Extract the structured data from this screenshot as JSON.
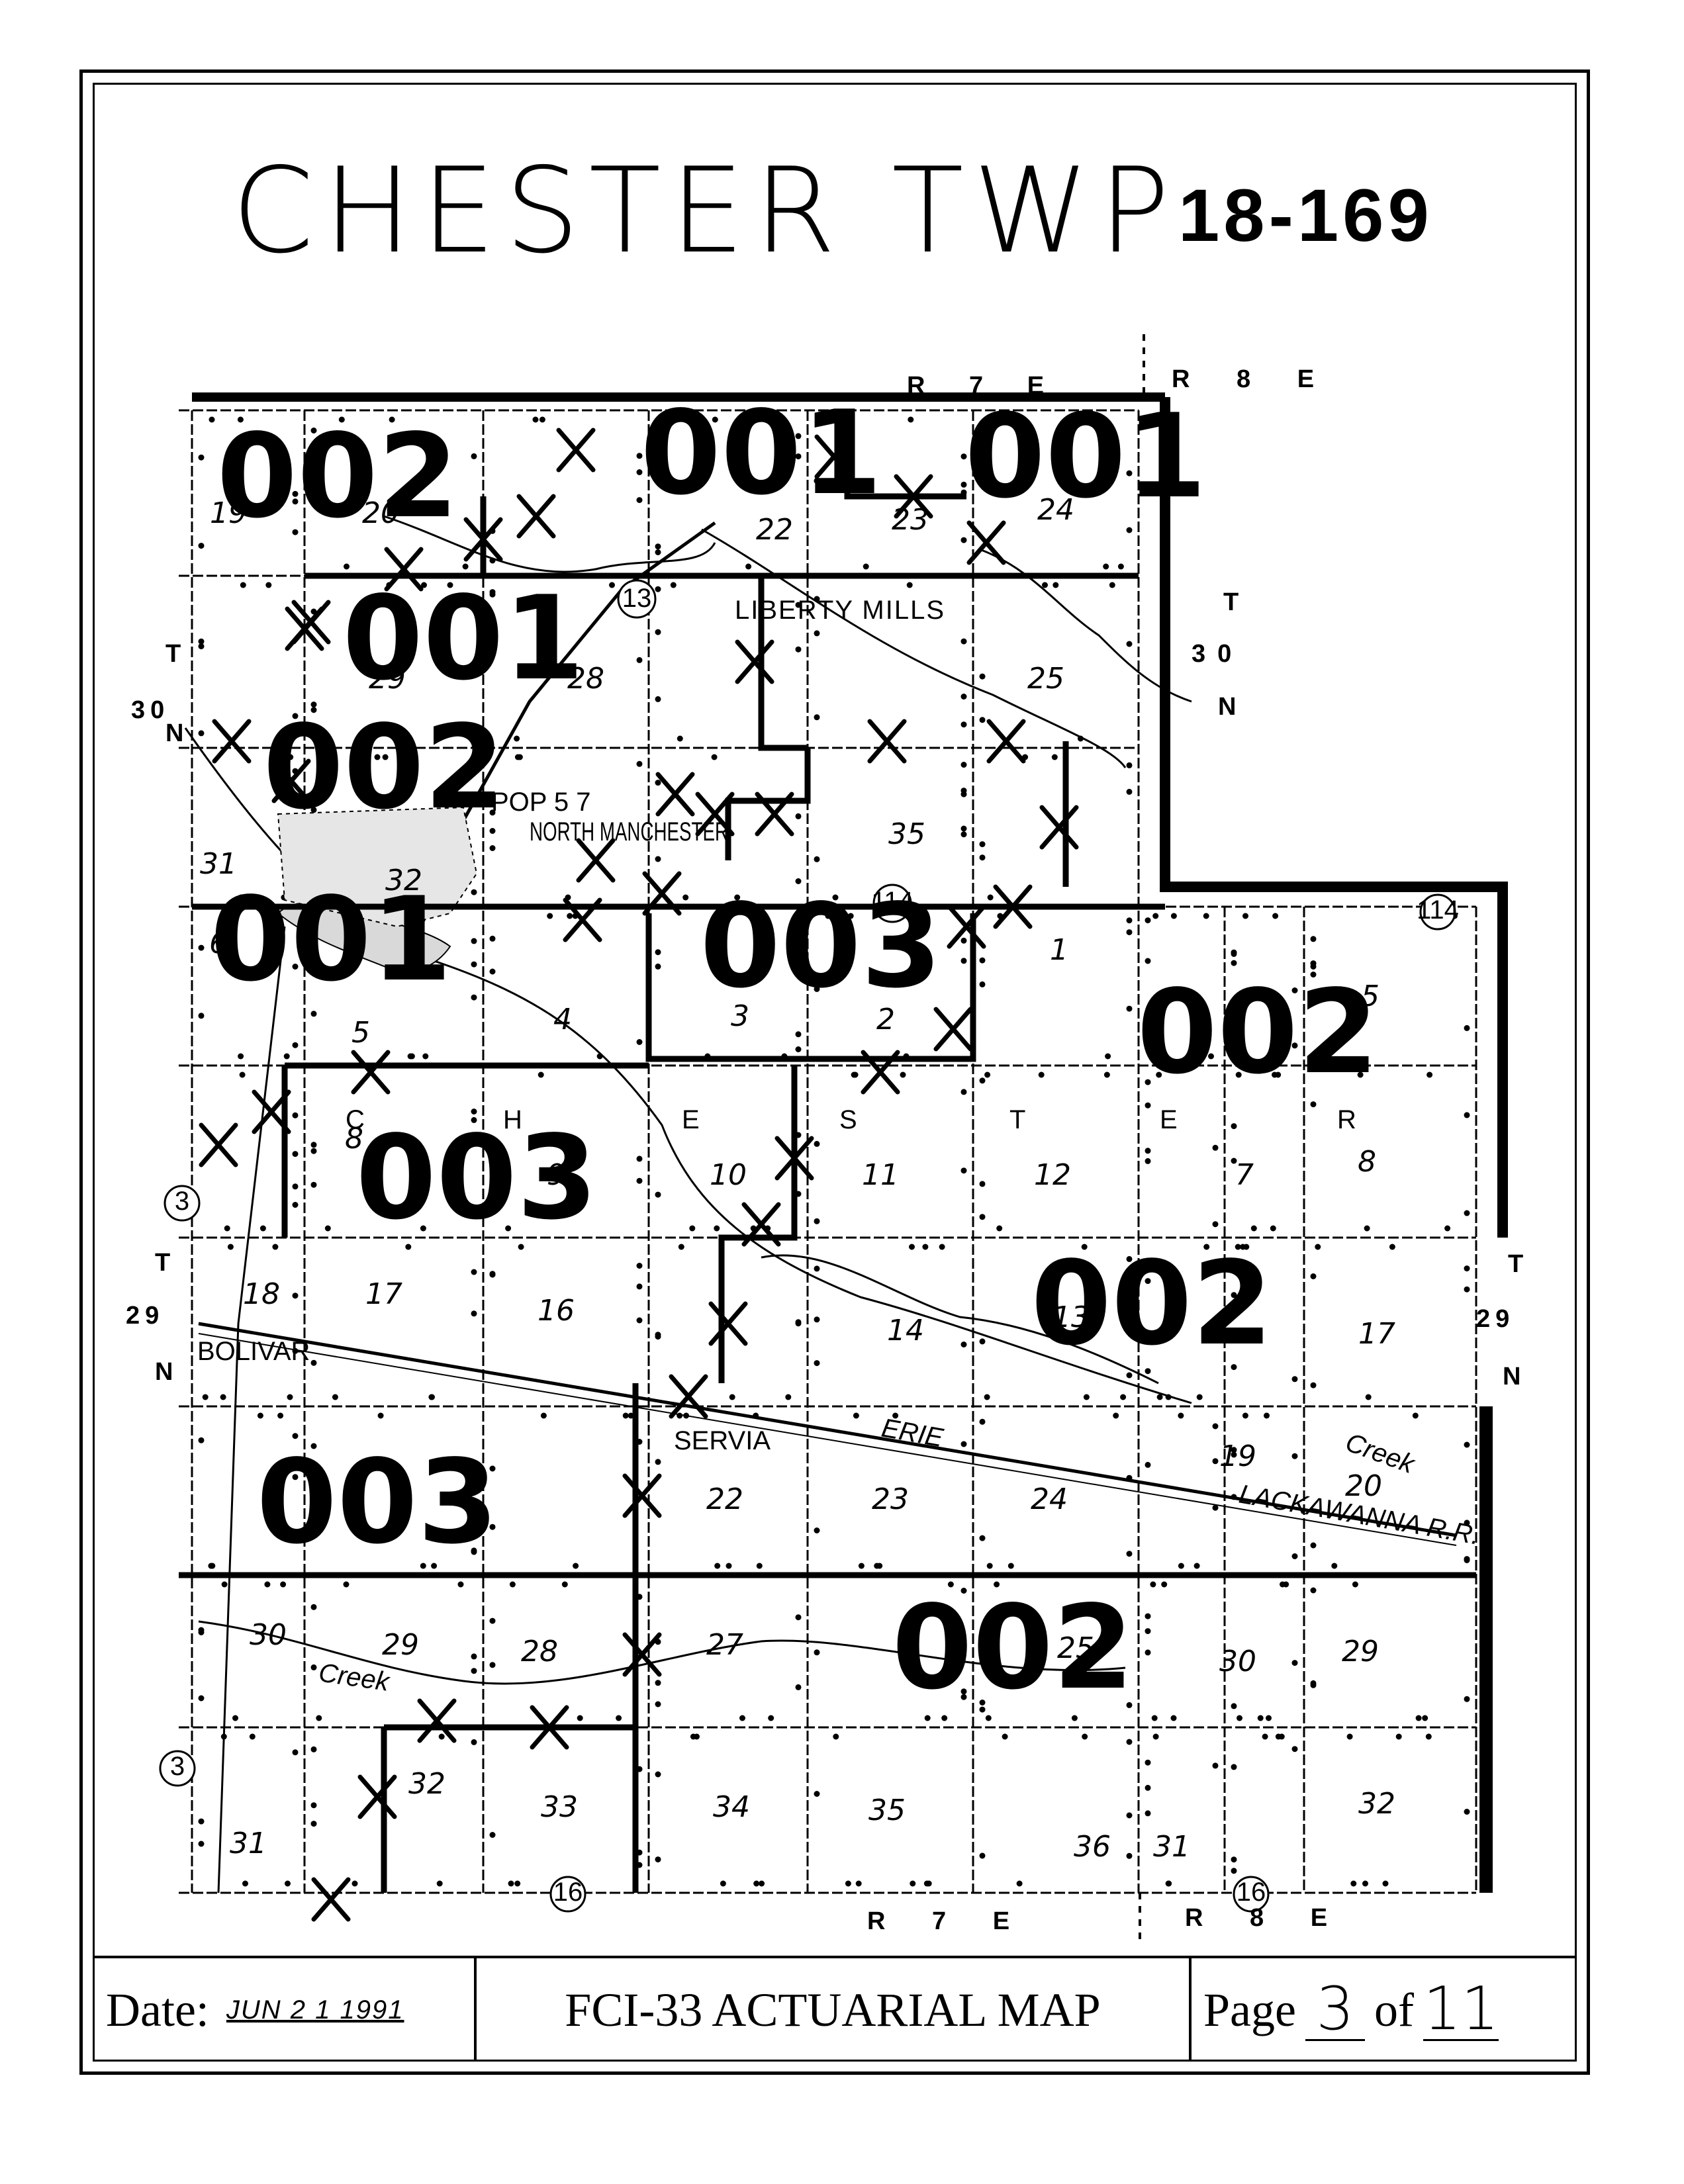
{
  "header": {
    "title": "CHESTER TWP",
    "code": "18-169"
  },
  "range_labels": {
    "top_left": "R 7 E",
    "top_right": "R 8 E",
    "bottom_left": "R 7 E",
    "bottom_right": "R 8 E"
  },
  "township_labels": {
    "left_t30": [
      "T",
      "30",
      "N"
    ],
    "right_t30": [
      "T",
      "30",
      "N"
    ],
    "left_t29": [
      "T",
      "29",
      "N"
    ],
    "right_t29": [
      "T",
      "29",
      "N"
    ]
  },
  "places": {
    "liberty_mills": "LIBERTY MILLS",
    "north_manchester": "NORTH MANCHESTER",
    "pop_note": "POP 5 7",
    "bolivar": "BOLIVAR",
    "servia": "SERVIA",
    "erie": "ERIE",
    "lackawanna": "LACKAWANNA R.R.",
    "creek_east": "Creek",
    "creek_south": "Creek",
    "chester_letters": [
      "C",
      "H",
      "E",
      "S",
      "T",
      "E",
      "R"
    ]
  },
  "route_markers": [
    "13",
    "114",
    "114",
    "16",
    "16",
    "3",
    "3"
  ],
  "sections": [
    "19",
    "20",
    "22",
    "23",
    "24",
    "29",
    "28",
    "25",
    "31",
    "32",
    "35",
    "6",
    "5",
    "4",
    "3",
    "2",
    "1",
    "5",
    "8",
    "9",
    "10",
    "11",
    "12",
    "7",
    "8",
    "18",
    "17",
    "16",
    "14",
    "13",
    "17",
    "22",
    "23",
    "24",
    "19",
    "20",
    "30",
    "29",
    "28",
    "27",
    "25",
    "30",
    "29",
    "31",
    "32",
    "33",
    "34",
    "35",
    "36",
    "31",
    "32"
  ],
  "zones": [
    "002",
    "001",
    "001",
    "001",
    "002",
    "001",
    "001",
    "003",
    "002",
    "003",
    "002",
    "003",
    "002"
  ],
  "footer": {
    "date_label": "Date:",
    "date_value": "JUN 2 1 1991",
    "title": "FCI-33 ACTUARIAL MAP",
    "page_label": "Page",
    "page_num": "3",
    "of_label": "of",
    "page_total": "11"
  }
}
